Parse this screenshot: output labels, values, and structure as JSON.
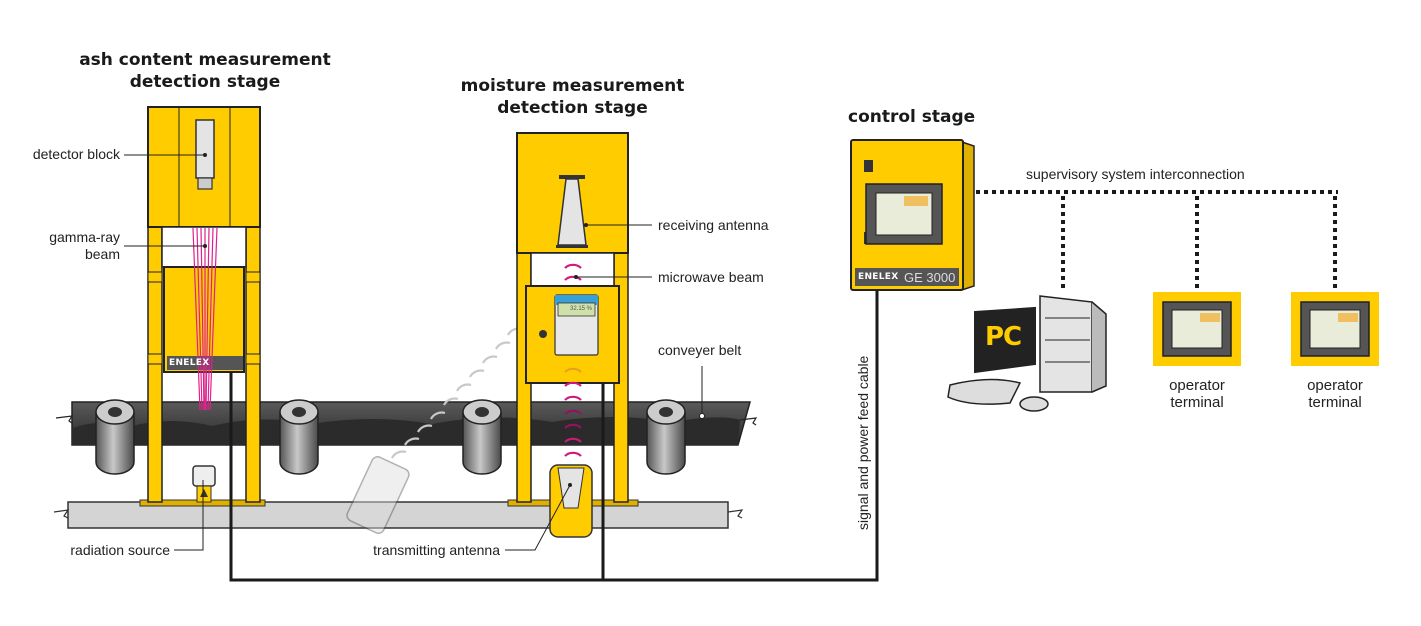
{
  "stages": {
    "ash": {
      "title_line1": "ash content measurement",
      "title_line2": "detection stage",
      "labels": {
        "detector_block": "detector block",
        "gamma_beam_line1": "gamma-ray",
        "gamma_beam_line2": "beam",
        "radiation_source": "radiation source"
      },
      "brand": "ENELEX"
    },
    "moisture": {
      "title_line1": "moisture measurement",
      "title_line2": "detection stage",
      "labels": {
        "receiving_antenna": "receiving antenna",
        "microwave_beam": "microwave beam",
        "transmitting_antenna": "transmitting antenna",
        "conveyer_belt": "conveyer belt"
      },
      "display_value": "32.15 %"
    },
    "control": {
      "title": "control stage",
      "brand": "ENELEX",
      "model": "GE 3000",
      "supervisory_label": "supervisory system interconnection",
      "cable_label": "signal and power feed cable",
      "pc_label": "PC",
      "terminals": [
        {
          "line1": "operator",
          "line2": "terminal"
        },
        {
          "line1": "operator",
          "line2": "terminal"
        }
      ]
    }
  },
  "colors": {
    "yellow": "#ffcc00",
    "dark_yellow": "#e0b000",
    "belt": "#3a3a3a",
    "gamma": "#e0208c",
    "microwave": "#c8107a",
    "floor": "#d4d4d4",
    "outline": "#222222"
  }
}
